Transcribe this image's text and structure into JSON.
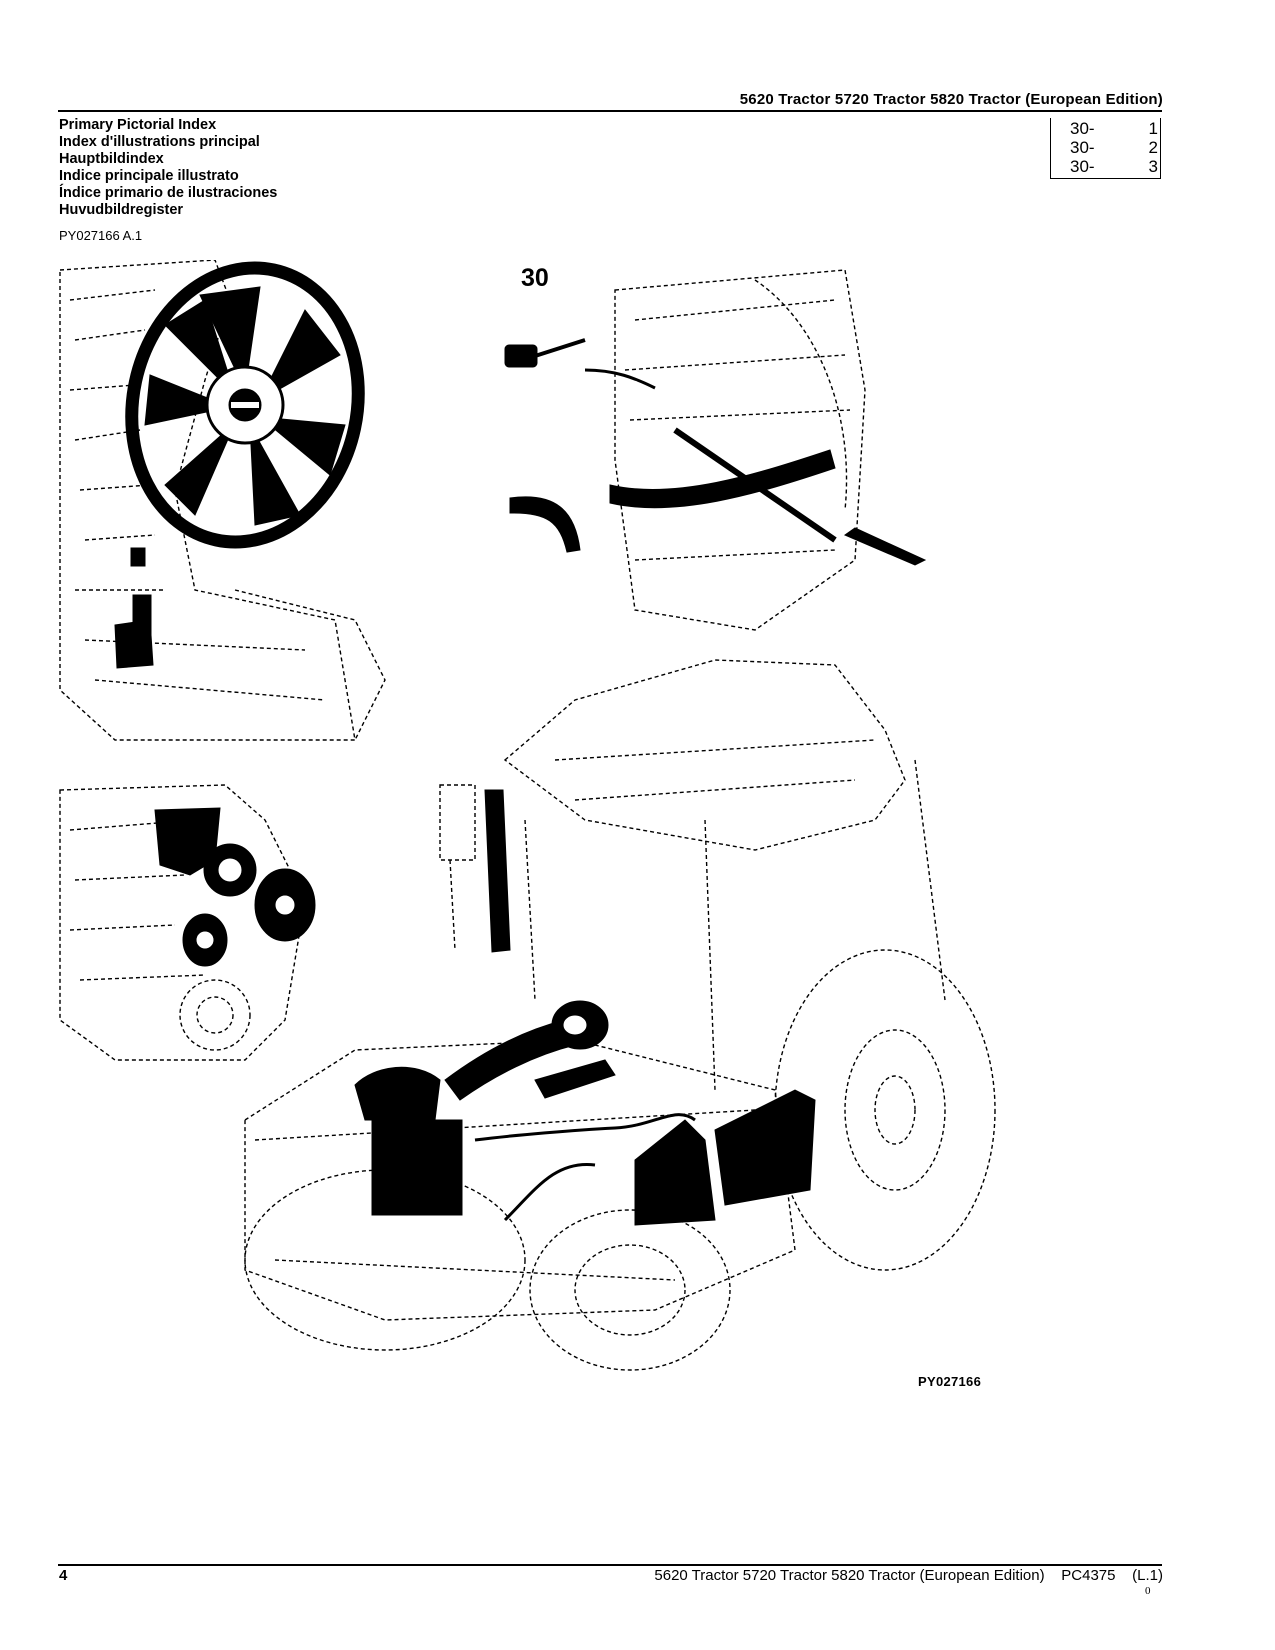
{
  "header": {
    "title": "5620 Tractor 5720 Tractor 5820 Tractor (European Edition)"
  },
  "index_titles": [
    "Primary Pictorial Index",
    "Index d'illustrations principal",
    "Hauptbildindex",
    "Indice principale illustrato",
    "Índice primario de ilustraciones",
    "Huvudbildregister"
  ],
  "figure_ref": "PY027166 A.1",
  "index_box": [
    {
      "section": "30-",
      "num": "1"
    },
    {
      "section": "30-",
      "num": "2"
    },
    {
      "section": "30-",
      "num": "3"
    }
  ],
  "illustration": {
    "group_number": "30",
    "plate_id": "PY027166"
  },
  "footer": {
    "page_number": "4",
    "text": "5620 Tractor 5720 Tractor 5820 Tractor (European Edition)    PC4375    (L.1)",
    "mark": "0"
  }
}
